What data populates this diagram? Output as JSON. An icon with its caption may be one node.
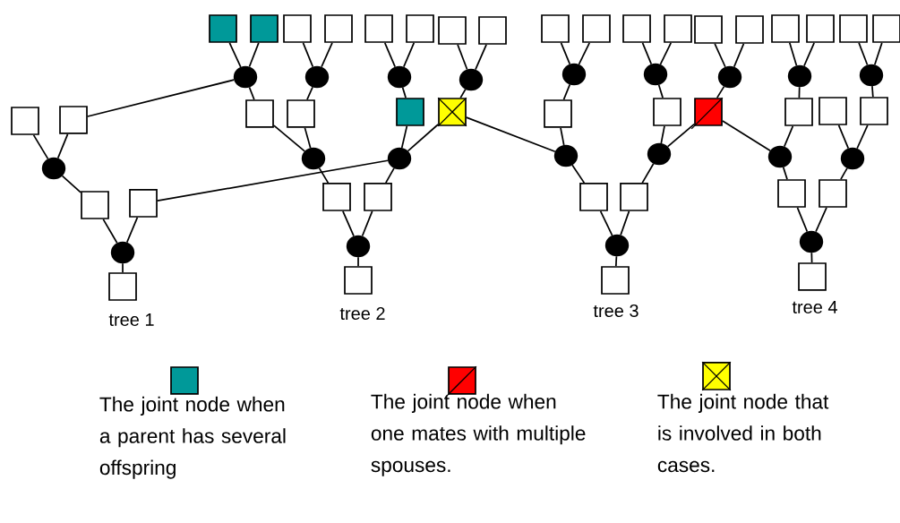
{
  "diagram": {
    "nodes": [
      {
        "text": [],
        "shape": "box"
      },
      {
        "text": [],
        "shape": "box"
      },
      {
        "text": [],
        "shape": "box"
      },
      {
        "text": [],
        "shape": "box"
      },
      {
        "text": [],
        "shape": "box"
      },
      {
        "text": [],
        "shape": "box"
      },
      {
        "text": [],
        "shape": "box"
      },
      {
        "text": [],
        "shape": "box"
      },
      {
        "text": [],
        "shape": "box"
      },
      {
        "text": [],
        "shape": "box"
      },
      {
        "text": [],
        "shape": "box"
      },
      {
        "text": [],
        "shape": "box"
      },
      {
        "text": [],
        "shape": "box"
      },
      {
        "text": [],
        "shape": "box"
      },
      {
        "text": [],
        "shape": "box"
      },
      {
        "text": [],
        "shape": "box"
      },
      {
        "text": [],
        "shape": "box"
      },
      {
        "text": [],
        "shape": "box"
      },
      {
        "text": [],
        "shape": "circle"
      },
      {
        "text": [],
        "shape": "circle"
      },
      {
        "text": [],
        "shape": "circle"
      },
      {
        "text": [],
        "shape": "circle"
      },
      {
        "text": [],
        "shape": "circle"
      },
      {
        "text": [],
        "shape": "circle"
      },
      {
        "text": [],
        "shape": "circle"
      },
      {
        "text": [],
        "shape": "circle"
      },
      {
        "text": [],
        "shape": "circle"
      },
      {
        "text": [],
        "shape": "box"
      },
      {
        "text": [],
        "shape": "box"
      },
      {
        "text": [],
        "shape": "box"
      },
      {
        "text": [],
        "shape": "box"
      },
      {
        "text": [],
        "shape": "box"
      },
      {
        "text": [],
        "shape": "box"
      },
      {
        "text": [],
        "shape": "box"
      },
      {
        "text": [],
        "shape": "box"
      },
      {
        "text": [],
        "shape": "box"
      },
      {
        "text": [],
        "shape": "box"
      },
      {
        "text": [],
        "shape": "box"
      },
      {
        "text": [],
        "shape": "box"
      },
      {
        "text": [],
        "shape": "circle"
      },
      {
        "text": [],
        "shape": "circle"
      },
      {
        "text": [],
        "shape": "circle"
      },
      {
        "text": [],
        "shape": "circle"
      },
      {
        "text": [],
        "shape": "circle"
      },
      {
        "text": [],
        "shape": "circle"
      },
      {
        "text": [],
        "shape": "circle"
      },
      {
        "text": [],
        "shape": "box"
      },
      {
        "text": [],
        "shape": "box"
      },
      {
        "text": [],
        "shape": "box"
      },
      {
        "text": [],
        "shape": "box"
      },
      {
        "text": [],
        "shape": "box"
      },
      {
        "text": [],
        "shape": "box"
      },
      {
        "text": [],
        "shape": "box"
      },
      {
        "text": [],
        "shape": "box"
      },
      {
        "text": [],
        "shape": "circle"
      },
      {
        "text": [],
        "shape": "circle"
      },
      {
        "text": [],
        "shape": "circle"
      },
      {
        "text": [],
        "shape": "circle"
      },
      {
        "text": [],
        "shape": "box"
      },
      {
        "text": [],
        "shape": "box"
      },
      {
        "text": [],
        "shape": "box"
      },
      {
        "text": [],
        "shape": "box"
      }
    ],
    "edges": [
      {
        "from": 0,
        "to": 18,
        "arrow": "none"
      },
      {
        "from": 1,
        "to": 18,
        "arrow": "none"
      },
      {
        "from": 18,
        "to": 29,
        "arrow": "none"
      },
      {
        "from": 18,
        "to": 28,
        "arrow": "none"
      },
      {
        "from": 2,
        "to": 19,
        "arrow": "none"
      },
      {
        "from": 3,
        "to": 19,
        "arrow": "none"
      },
      {
        "from": 19,
        "to": 30,
        "arrow": "none"
      },
      {
        "from": 4,
        "to": 20,
        "arrow": "none"
      },
      {
        "from": 5,
        "to": 20,
        "arrow": "none"
      },
      {
        "from": 20,
        "to": 31,
        "arrow": "none"
      },
      {
        "from": 6,
        "to": 21,
        "arrow": "none"
      },
      {
        "from": 7,
        "to": 21,
        "arrow": "none"
      },
      {
        "from": 21,
        "to": 32,
        "arrow": "none"
      },
      {
        "from": 8,
        "to": 22,
        "arrow": "none"
      },
      {
        "from": 9,
        "to": 22,
        "arrow": "none"
      },
      {
        "from": 22,
        "to": 33,
        "arrow": "none"
      },
      {
        "from": 10,
        "to": 23,
        "arrow": "none"
      },
      {
        "from": 11,
        "to": 23,
        "arrow": "none"
      },
      {
        "from": 23,
        "to": 34,
        "arrow": "none"
      },
      {
        "from": 12,
        "to": 24,
        "arrow": "none"
      },
      {
        "from": 13,
        "to": 24,
        "arrow": "none"
      },
      {
        "from": 24,
        "to": 35,
        "arrow": "none"
      },
      {
        "from": 14,
        "to": 25,
        "arrow": "none"
      },
      {
        "from": 15,
        "to": 25,
        "arrow": "none"
      },
      {
        "from": 25,
        "to": 36,
        "arrow": "none"
      },
      {
        "from": 16,
        "to": 26,
        "arrow": "none"
      },
      {
        "from": 17,
        "to": 26,
        "arrow": "none"
      },
      {
        "from": 26,
        "to": 38,
        "arrow": "none"
      },
      {
        "from": 27,
        "to": 39,
        "arrow": "none"
      },
      {
        "from": 28,
        "to": 39,
        "arrow": "none"
      },
      {
        "from": 39,
        "to": 46,
        "arrow": "none"
      },
      {
        "from": 29,
        "to": 40,
        "arrow": "none"
      },
      {
        "from": 30,
        "to": 40,
        "arrow": "none"
      },
      {
        "from": 40,
        "to": 48,
        "arrow": "none"
      },
      {
        "from": 31,
        "to": 41,
        "arrow": "none"
      },
      {
        "from": 32,
        "to": 41,
        "arrow": "none"
      },
      {
        "from": 41,
        "to": 49,
        "arrow": "none"
      },
      {
        "from": 41,
        "to": 47,
        "arrow": "none"
      },
      {
        "from": 32,
        "to": 42,
        "arrow": "none"
      },
      {
        "from": 33,
        "to": 42,
        "arrow": "none"
      },
      {
        "from": 42,
        "to": 50,
        "arrow": "none"
      },
      {
        "from": 34,
        "to": 43,
        "arrow": "none"
      },
      {
        "from": 35,
        "to": 43,
        "arrow": "none"
      },
      {
        "from": 43,
        "to": 51,
        "arrow": "none"
      },
      {
        "from": 35,
        "to": 44,
        "arrow": "none"
      },
      {
        "from": 36,
        "to": 44,
        "arrow": "none"
      },
      {
        "from": 44,
        "to": 52,
        "arrow": "none"
      },
      {
        "from": 37,
        "to": 45,
        "arrow": "none"
      },
      {
        "from": 38,
        "to": 45,
        "arrow": "none"
      },
      {
        "from": 45,
        "to": 53,
        "arrow": "none"
      },
      {
        "from": 46,
        "to": 54,
        "arrow": "none"
      },
      {
        "from": 47,
        "to": 54,
        "arrow": "none"
      },
      {
        "from": 54,
        "to": 58,
        "arrow": "none"
      },
      {
        "from": 48,
        "to": 55,
        "arrow": "none"
      },
      {
        "from": 49,
        "to": 55,
        "arrow": "none"
      },
      {
        "from": 55,
        "to": 59,
        "arrow": "none"
      },
      {
        "from": 50,
        "to": 56,
        "arrow": "none"
      },
      {
        "from": 51,
        "to": 56,
        "arrow": "none"
      },
      {
        "from": 56,
        "to": 60,
        "arrow": "none"
      },
      {
        "from": 52,
        "to": 57,
        "arrow": "none"
      },
      {
        "from": 53,
        "to": 57,
        "arrow": "none"
      },
      {
        "from": 57,
        "to": 61,
        "arrow": "none"
      }
    ],
    "labels": [
      "tree 1",
      "tree 2",
      "tree 3",
      "tree 4"
    ],
    "legend": [
      {
        "text": "The joint node when a parent has several offspring",
        "color": "#009999"
      },
      {
        "text": "The joint node when one mates with multiple spouses.",
        "color": "#ff0000"
      },
      {
        "text": "The joint node that is involved in both cases.",
        "color": "#ffff00"
      }
    ]
  }
}
